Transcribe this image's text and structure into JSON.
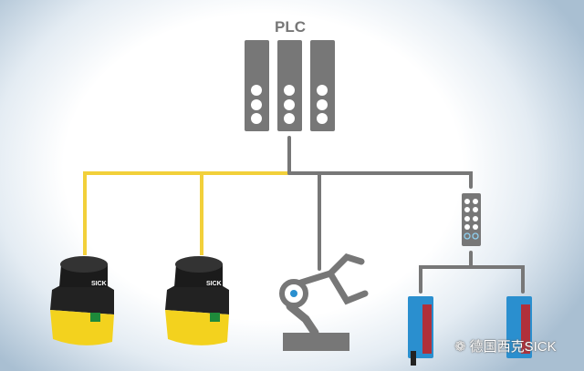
{
  "title": "PLC",
  "colors": {
    "safety_line": "#f2d03a",
    "standard_line": "#777777",
    "scanner_yellow": "#f3d21e",
    "sensor_blue": "#2a8fcf"
  },
  "devices": [
    {
      "name": "safety-laser-scanner",
      "brand": "SICK"
    },
    {
      "name": "safety-laser-scanner",
      "brand": "SICK"
    },
    {
      "name": "robot-arm"
    },
    {
      "name": "io-module"
    },
    {
      "name": "photoelectric-sensor"
    },
    {
      "name": "photoelectric-sensor"
    }
  ],
  "watermark": "德国西克SICK"
}
